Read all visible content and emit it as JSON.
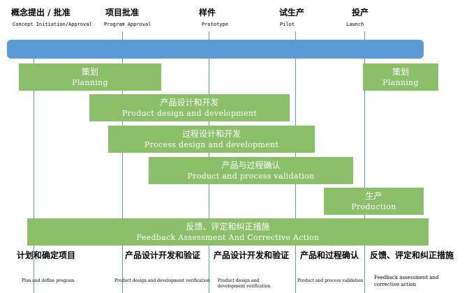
{
  "milestones": [
    {
      "cn": "概念提出 / 批准",
      "en": "Concept Initiation/Approval"
    },
    {
      "cn": "项目批准",
      "en": "Program Approval"
    },
    {
      "cn": "样件",
      "en": "Prototype"
    },
    {
      "cn": "试生产",
      "en": "Pilot"
    },
    {
      "cn": "投产",
      "en": "Launch"
    }
  ],
  "bars": [
    {
      "cn": "策划",
      "en": "Planning"
    },
    {
      "cn": "策划",
      "en": "Planning"
    },
    {
      "cn": "产品设计和开发",
      "en": "Product design and development"
    },
    {
      "cn": "过程设计和开发",
      "en": "Process design and  development"
    },
    {
      "cn": "产品与过程确认",
      "en": "Product and process validation"
    },
    {
      "cn": "生产",
      "en": "Production"
    },
    {
      "cn": "反馈、评定和纠正措施",
      "en": "Feedback Assessment And Corrective Action"
    }
  ],
  "phases": [
    {
      "cn": "计划和确定项目",
      "en": "Plan and define program"
    },
    {
      "cn": "产品设计开发和验证",
      "en": "Product design and  development verification"
    },
    {
      "cn": "产品设计开发和验证",
      "en": "Product design and  development verification"
    },
    {
      "cn": "产品和过程确认",
      "en": "Product and process validation"
    },
    {
      "cn": "反馈、评定和纠正措施",
      "en": "Feedback assessment  and corrective action"
    }
  ]
}
